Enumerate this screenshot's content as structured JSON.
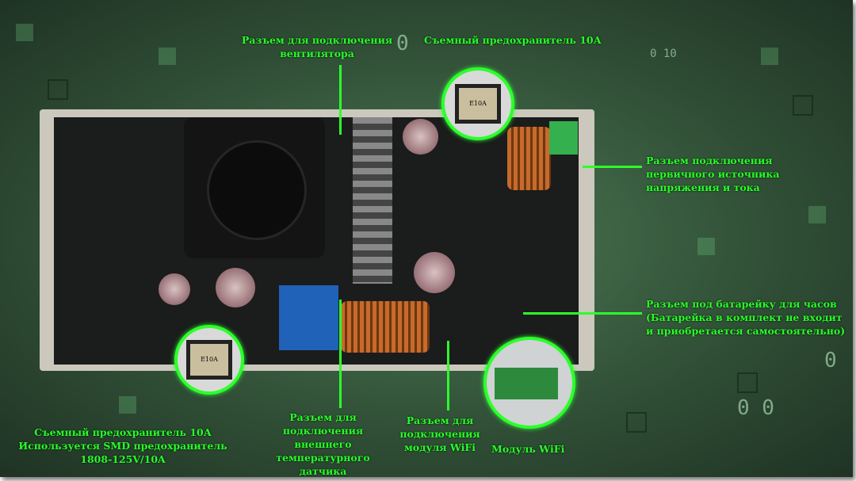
{
  "labels": {
    "fan_connector": "Разъем для подключения вентилятора",
    "fuse_top": "Съемный предохранитель 10А",
    "input_connector": "Разъем подключения первичного источника напряжения и тока",
    "battery_connector": "Разъем под батарейку для часов (Батарейка в комплект не входит и приобретается самостоятельно)",
    "fuse_bottom_1": "Съемный предохранитель 10А",
    "fuse_bottom_2": "Используется SMD предохранитель",
    "fuse_bottom_3": "1808-125V/10A",
    "temp_sensor_connector": "Разъем для подключения внешнего температурного датчика",
    "wifi_connector": "Разъем для подключения модуля WiFi",
    "wifi_module": "Модуль WiFi"
  },
  "fuse_marking": "E10A",
  "colors": {
    "label": "#28ff28",
    "accent_ring": "#2cff2c"
  }
}
